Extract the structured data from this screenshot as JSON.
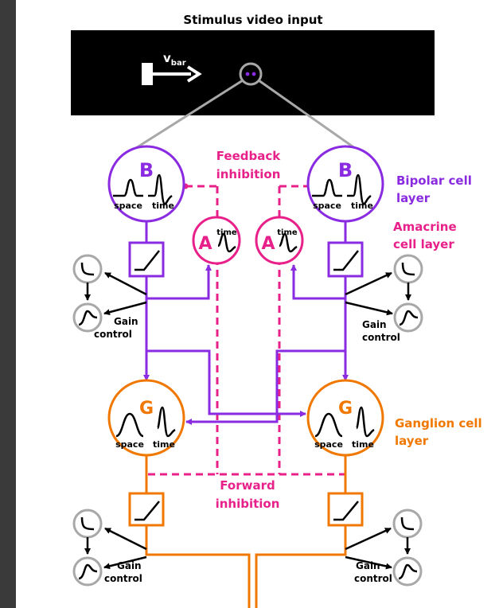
{
  "title": "Stimulus video input",
  "stimulus": {
    "velocity_label": "v",
    "velocity_subscript": "bar"
  },
  "cells": {
    "bipolar": {
      "letter": "B",
      "space": "space",
      "time": "time"
    },
    "amacrine": {
      "letter": "A",
      "time": "time"
    },
    "ganglion": {
      "letter": "G",
      "space": "space",
      "time": "time"
    }
  },
  "labels": {
    "feedback_line1": "Feedback",
    "feedback_line2": "inhibition",
    "forward_line1": "Forward",
    "forward_line2": "inhibition",
    "bipolar_line1": "Bipolar cell",
    "bipolar_line2": "layer",
    "amacrine_line1": "Amacrine",
    "amacrine_line2": "cell layer",
    "ganglion_line1": "Ganglion cell",
    "ganglion_line2": "layer",
    "gain_line1": "Gain",
    "gain_line2": "control"
  },
  "colors": {
    "bipolar": "#8a2be2",
    "amacrine": "#e8208a",
    "ganglion": "#f07800",
    "gray": "#a8a8a8",
    "black": "#000000",
    "stimulus_bg": "#000000",
    "page_bg": "#ffffff",
    "frame": "#3a3a3a"
  }
}
